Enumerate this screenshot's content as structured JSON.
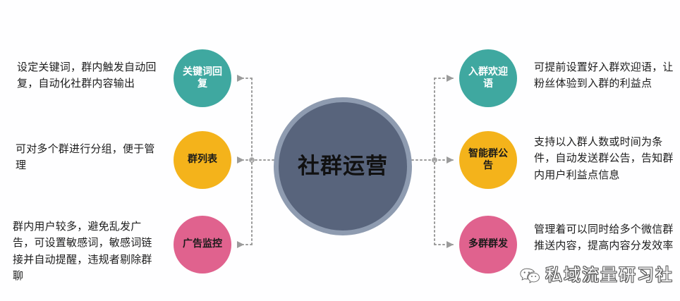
{
  "diagram": {
    "title": "社群运营",
    "background_color": "#fefeff",
    "hub": {
      "label": "社群运营",
      "fill_color": "#58647c",
      "ring_color": "#8e9bb0",
      "text_color": "#111111"
    },
    "connector": {
      "color": "#9b9b9b",
      "style": "dotted",
      "arrowhead": "triangle"
    },
    "nodes": [
      {
        "id": "keyword-reply",
        "label": "关键词回复",
        "side": "left",
        "color": "#3fa8a0",
        "text_color": "#ffffff",
        "description": "设定关键词，群内触发自动回复，自动化社群内容输出"
      },
      {
        "id": "group-list",
        "label": "群列表",
        "side": "left",
        "color": "#f4b31b",
        "text_color": "#1a1a1a",
        "description": "可对多个群进行分组，便于管理"
      },
      {
        "id": "ad-monitor",
        "label": "广告监控",
        "side": "left",
        "color": "#e0628e",
        "text_color": "#1a1a1a",
        "description": "群内用户较多，避免乱发广告，可设置敏感词，敏感词链接并自动提醒，违规者剔除群聊"
      },
      {
        "id": "welcome-message",
        "label": "入群欢迎语",
        "side": "right",
        "color": "#3fa8a0",
        "text_color": "#ffffff",
        "description": "可提前设置好入群欢迎语，让粉丝体验到入群的利益点"
      },
      {
        "id": "smart-announcement",
        "label": "智能群公告",
        "side": "right",
        "color": "#f4b31b",
        "text_color": "#1a1a1a",
        "description": "支持以入群人数或时间为条件，自动发送群公告，告知群内用户利益点信息"
      },
      {
        "id": "multi-group-broadcast",
        "label": "多群群发",
        "side": "right",
        "color": "#e0628e",
        "text_color": "#1a1a1a",
        "description": "管理着可以同时给多个微信群推送内容，提高内容分发效率"
      }
    ],
    "watermark": {
      "icon": "wechat-icon",
      "text": "私域流量研习社"
    }
  }
}
